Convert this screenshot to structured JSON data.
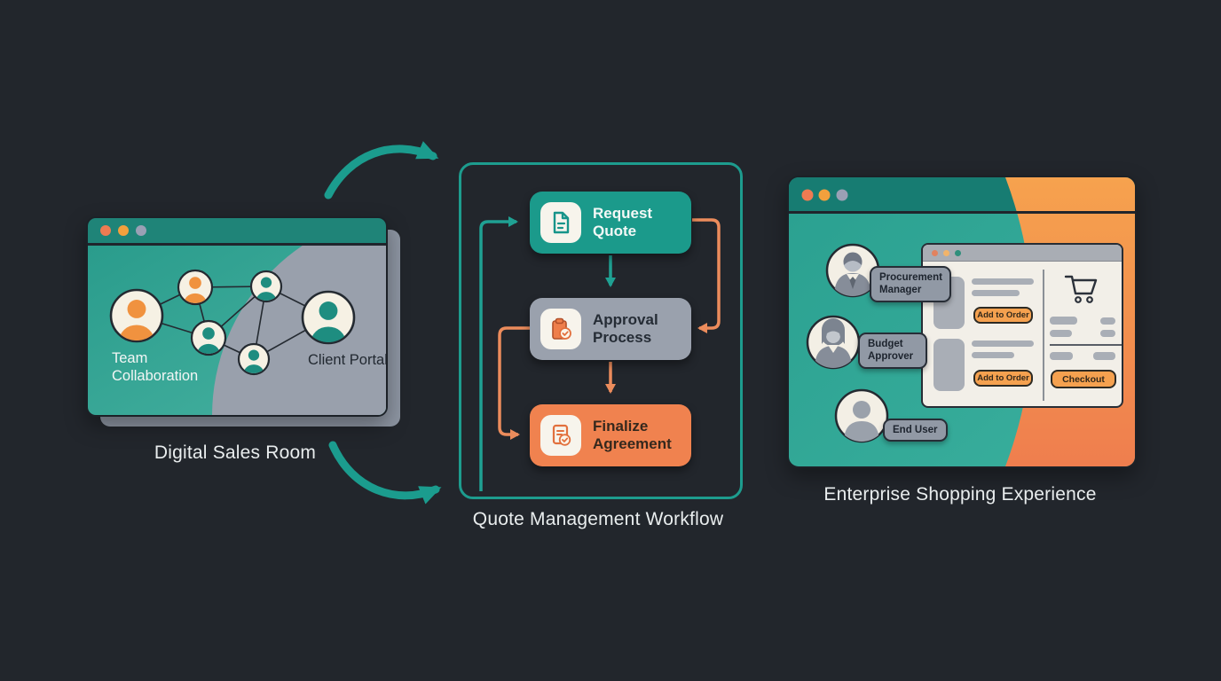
{
  "colors": {
    "background": "#22262c",
    "teal": "#1d9a8b",
    "teal_dark": "#1f8478",
    "orange": "#f0824f",
    "orange_button": "#f5a14f",
    "gray": "#9aa1ad",
    "cream": "#f2efe8"
  },
  "sales_room": {
    "caption": "Digital Sales Room",
    "team_label": "Team Collaboration",
    "client_label": "Client Portal",
    "titlebar_dots": [
      "#ee7b52",
      "#f2a03d",
      "#9aa0b5"
    ]
  },
  "workflow": {
    "caption": "Quote Management Workflow",
    "steps": [
      {
        "label": "Request Quote",
        "icon": "document-icon",
        "color": "#1b9a8b"
      },
      {
        "label": "Approval Process",
        "icon": "clipboard-check-icon",
        "color": "#9aa1ad"
      },
      {
        "label": "Finalize Agreement",
        "icon": "document-check-icon",
        "color": "#f0824f"
      }
    ]
  },
  "shopping": {
    "caption": "Enterprise Shopping Experience",
    "personas": [
      {
        "label": "Procurement Manager"
      },
      {
        "label": "Budget Approver"
      },
      {
        "label": "End User"
      }
    ],
    "add_to_order_label": "Add to Order",
    "checkout_label": "Checkout",
    "titlebar_dots": [
      "#ee7b52",
      "#f2a03d",
      "#9aa0b5"
    ],
    "shop_dots": [
      "#e2825f",
      "#f2b46a",
      "#2f8f7c"
    ]
  }
}
